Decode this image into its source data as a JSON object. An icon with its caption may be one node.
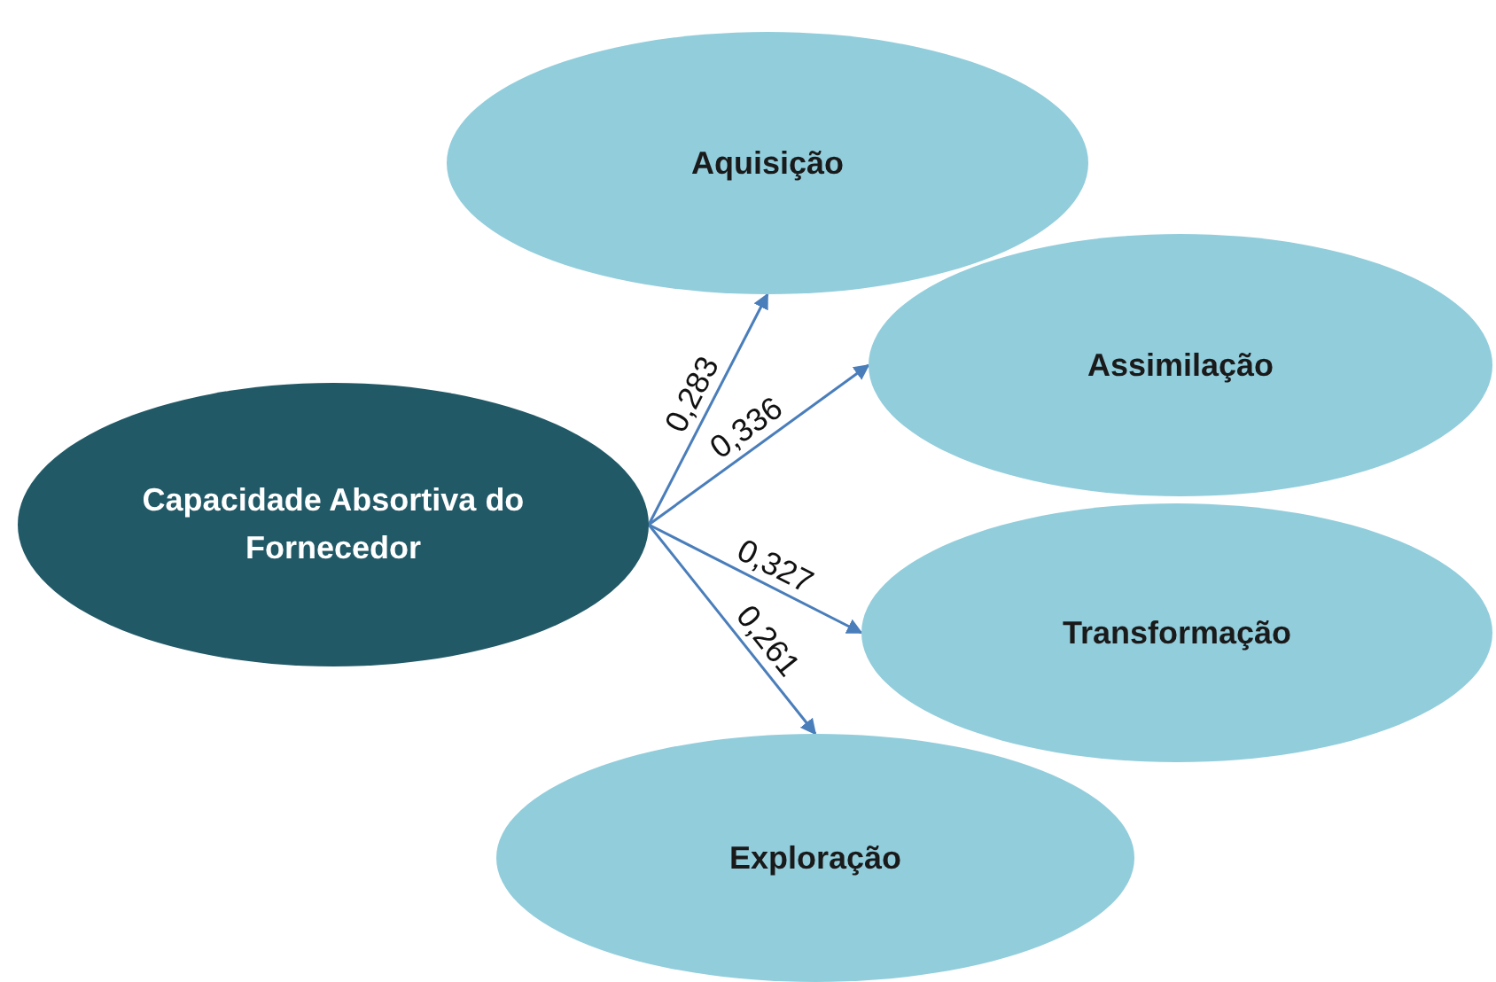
{
  "diagram": {
    "nodes": [
      {
        "text": [
          "Capacidade Absortiva do Fornecedor"
        ]
      },
      {
        "text": [
          "Aquisição"
        ]
      },
      {
        "text": [
          "Assimilação"
        ]
      },
      {
        "text": [
          "Transformação"
        ]
      },
      {
        "text": [
          "Exploração"
        ]
      }
    ],
    "edges": [
      {
        "from": 0,
        "to": 1,
        "arrow": "to",
        "label": "0,283"
      },
      {
        "from": 0,
        "to": 2,
        "arrow": "to",
        "label": "0,336"
      },
      {
        "from": 0,
        "to": 3,
        "arrow": "to",
        "label": "0,327"
      },
      {
        "from": 0,
        "to": 4,
        "arrow": "to",
        "label": "0,261"
      }
    ]
  }
}
